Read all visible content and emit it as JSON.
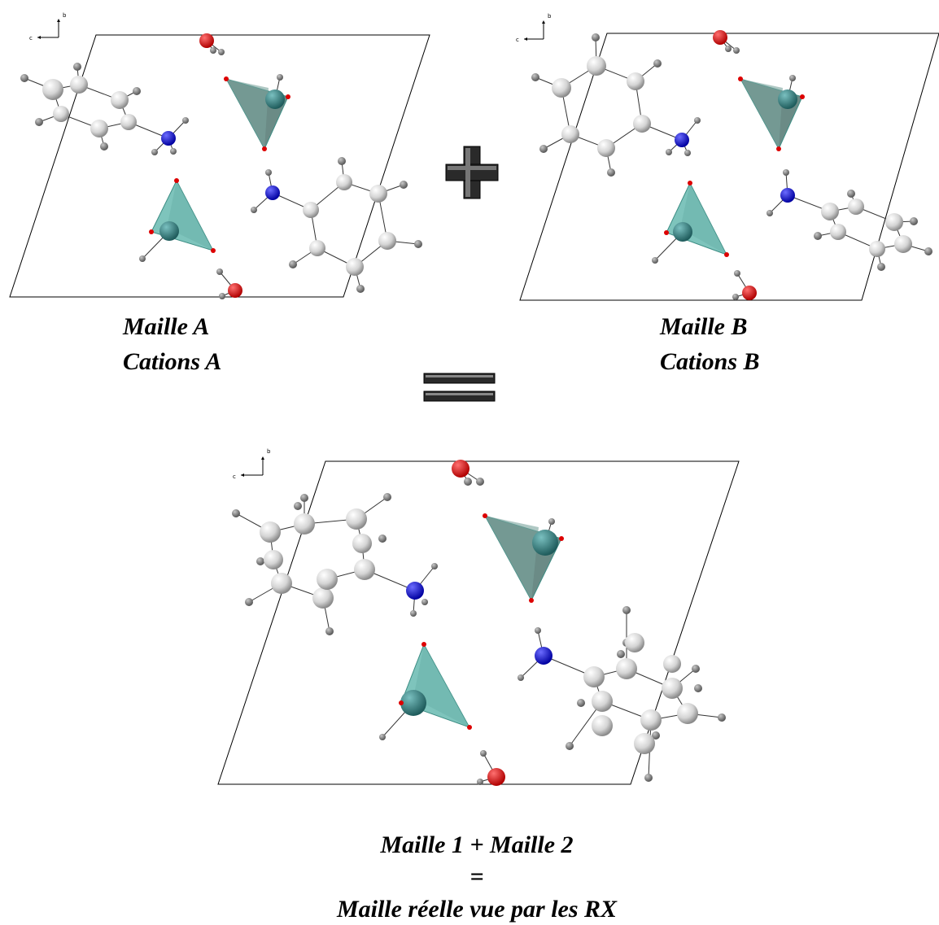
{
  "captions": {
    "cell_a_line1": "Maille A",
    "cell_a_line2": "Cations A",
    "cell_b_line1": "Maille B",
    "cell_b_line2": "Cations B",
    "result_line1": "Maille 1 + Maille 2",
    "result_line2": "=",
    "result_line3": "Maille réelle vue par les RX"
  },
  "axes": {
    "c": "c",
    "b": "b"
  },
  "colors": {
    "carbon": "#d8d8d8",
    "hydrogen": "#7a7a7a",
    "nitrogen": "#1010e0",
    "oxygen": "#e01010",
    "metal": "#2e8080",
    "polyhedron_fill": "#7ec4bc",
    "polyhedron_dark": "#4d7b72",
    "operator": "#2a2a2a"
  },
  "icons": {
    "plus": "plus-sign-icon",
    "equals": "equals-sign-icon"
  }
}
